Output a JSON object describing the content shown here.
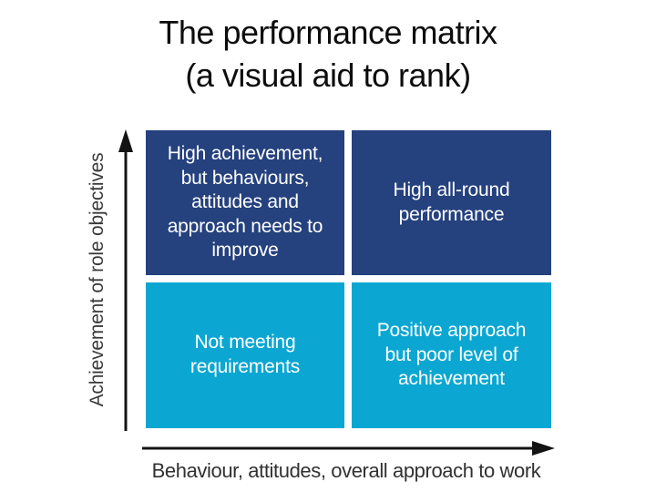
{
  "title": {
    "line1": "The performance matrix",
    "line2": "(a visual aid to rank)"
  },
  "matrix": {
    "quadrants": [
      {
        "position": "top-left",
        "text": "High achievement,\nbut behaviours,\nattitudes and\napproach needs to\nimprove",
        "bg": "#25417e"
      },
      {
        "position": "top-right",
        "text": "High all-round\nperformance",
        "bg": "#25417e"
      },
      {
        "position": "bottom-left",
        "text": "Not meeting\nrequirements",
        "bg": "#0ba7d2"
      },
      {
        "position": "bottom-right",
        "text": "Positive approach\nbut poor level of\nachievement",
        "bg": "#0ba7d2"
      }
    ]
  },
  "axes": {
    "y_label": "Achievement of role objectives",
    "x_label": "Behaviour, attitudes, overall approach to work"
  },
  "colors": {
    "dark_blue": "#25417e",
    "light_blue": "#0ba7d2",
    "quadrant_text": "#ffffff",
    "axis_text": "#3a3a3a",
    "arrow": "#141414",
    "title_text": "#0d0d0d"
  }
}
